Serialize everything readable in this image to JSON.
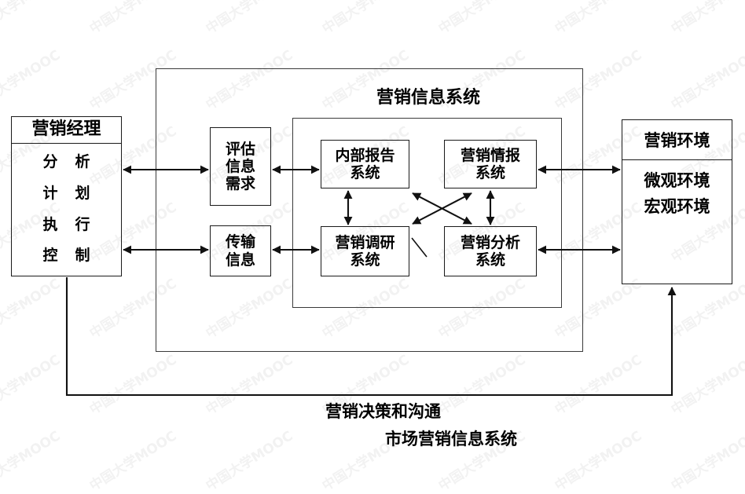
{
  "diagram": {
    "title_inner": "营销信息系统",
    "caption_line1": "营销决策和沟通",
    "caption_line2": "市场营销信息系统",
    "watermark_text": "中国大学MOOC",
    "line_color": "#1a1a1a",
    "frame_color": "#3a3a3a",
    "background": "#ffffff"
  },
  "manager": {
    "title": "营销经理",
    "items": [
      {
        "a": "分",
        "b": "析"
      },
      {
        "a": "计",
        "b": "划"
      },
      {
        "a": "执",
        "b": "行"
      },
      {
        "a": "控",
        "b": "制"
      }
    ]
  },
  "interface_boxes": {
    "evaluate": {
      "lines": [
        "评估",
        "信息",
        "需求"
      ]
    },
    "transmit": {
      "lines": [
        "传输",
        "信息"
      ]
    }
  },
  "systems": [
    {
      "key": "internal_report",
      "lines": [
        "内部报告",
        "系统"
      ]
    },
    {
      "key": "marketing_intelligence",
      "lines": [
        "营销情报",
        "系统"
      ]
    },
    {
      "key": "marketing_research",
      "lines": [
        "营销调研",
        "系统"
      ]
    },
    {
      "key": "marketing_analysis",
      "lines": [
        "营销分析",
        "系统"
      ]
    }
  ],
  "environment": {
    "title": "营销环境",
    "items": [
      "微观环境",
      "宏观环境"
    ]
  }
}
